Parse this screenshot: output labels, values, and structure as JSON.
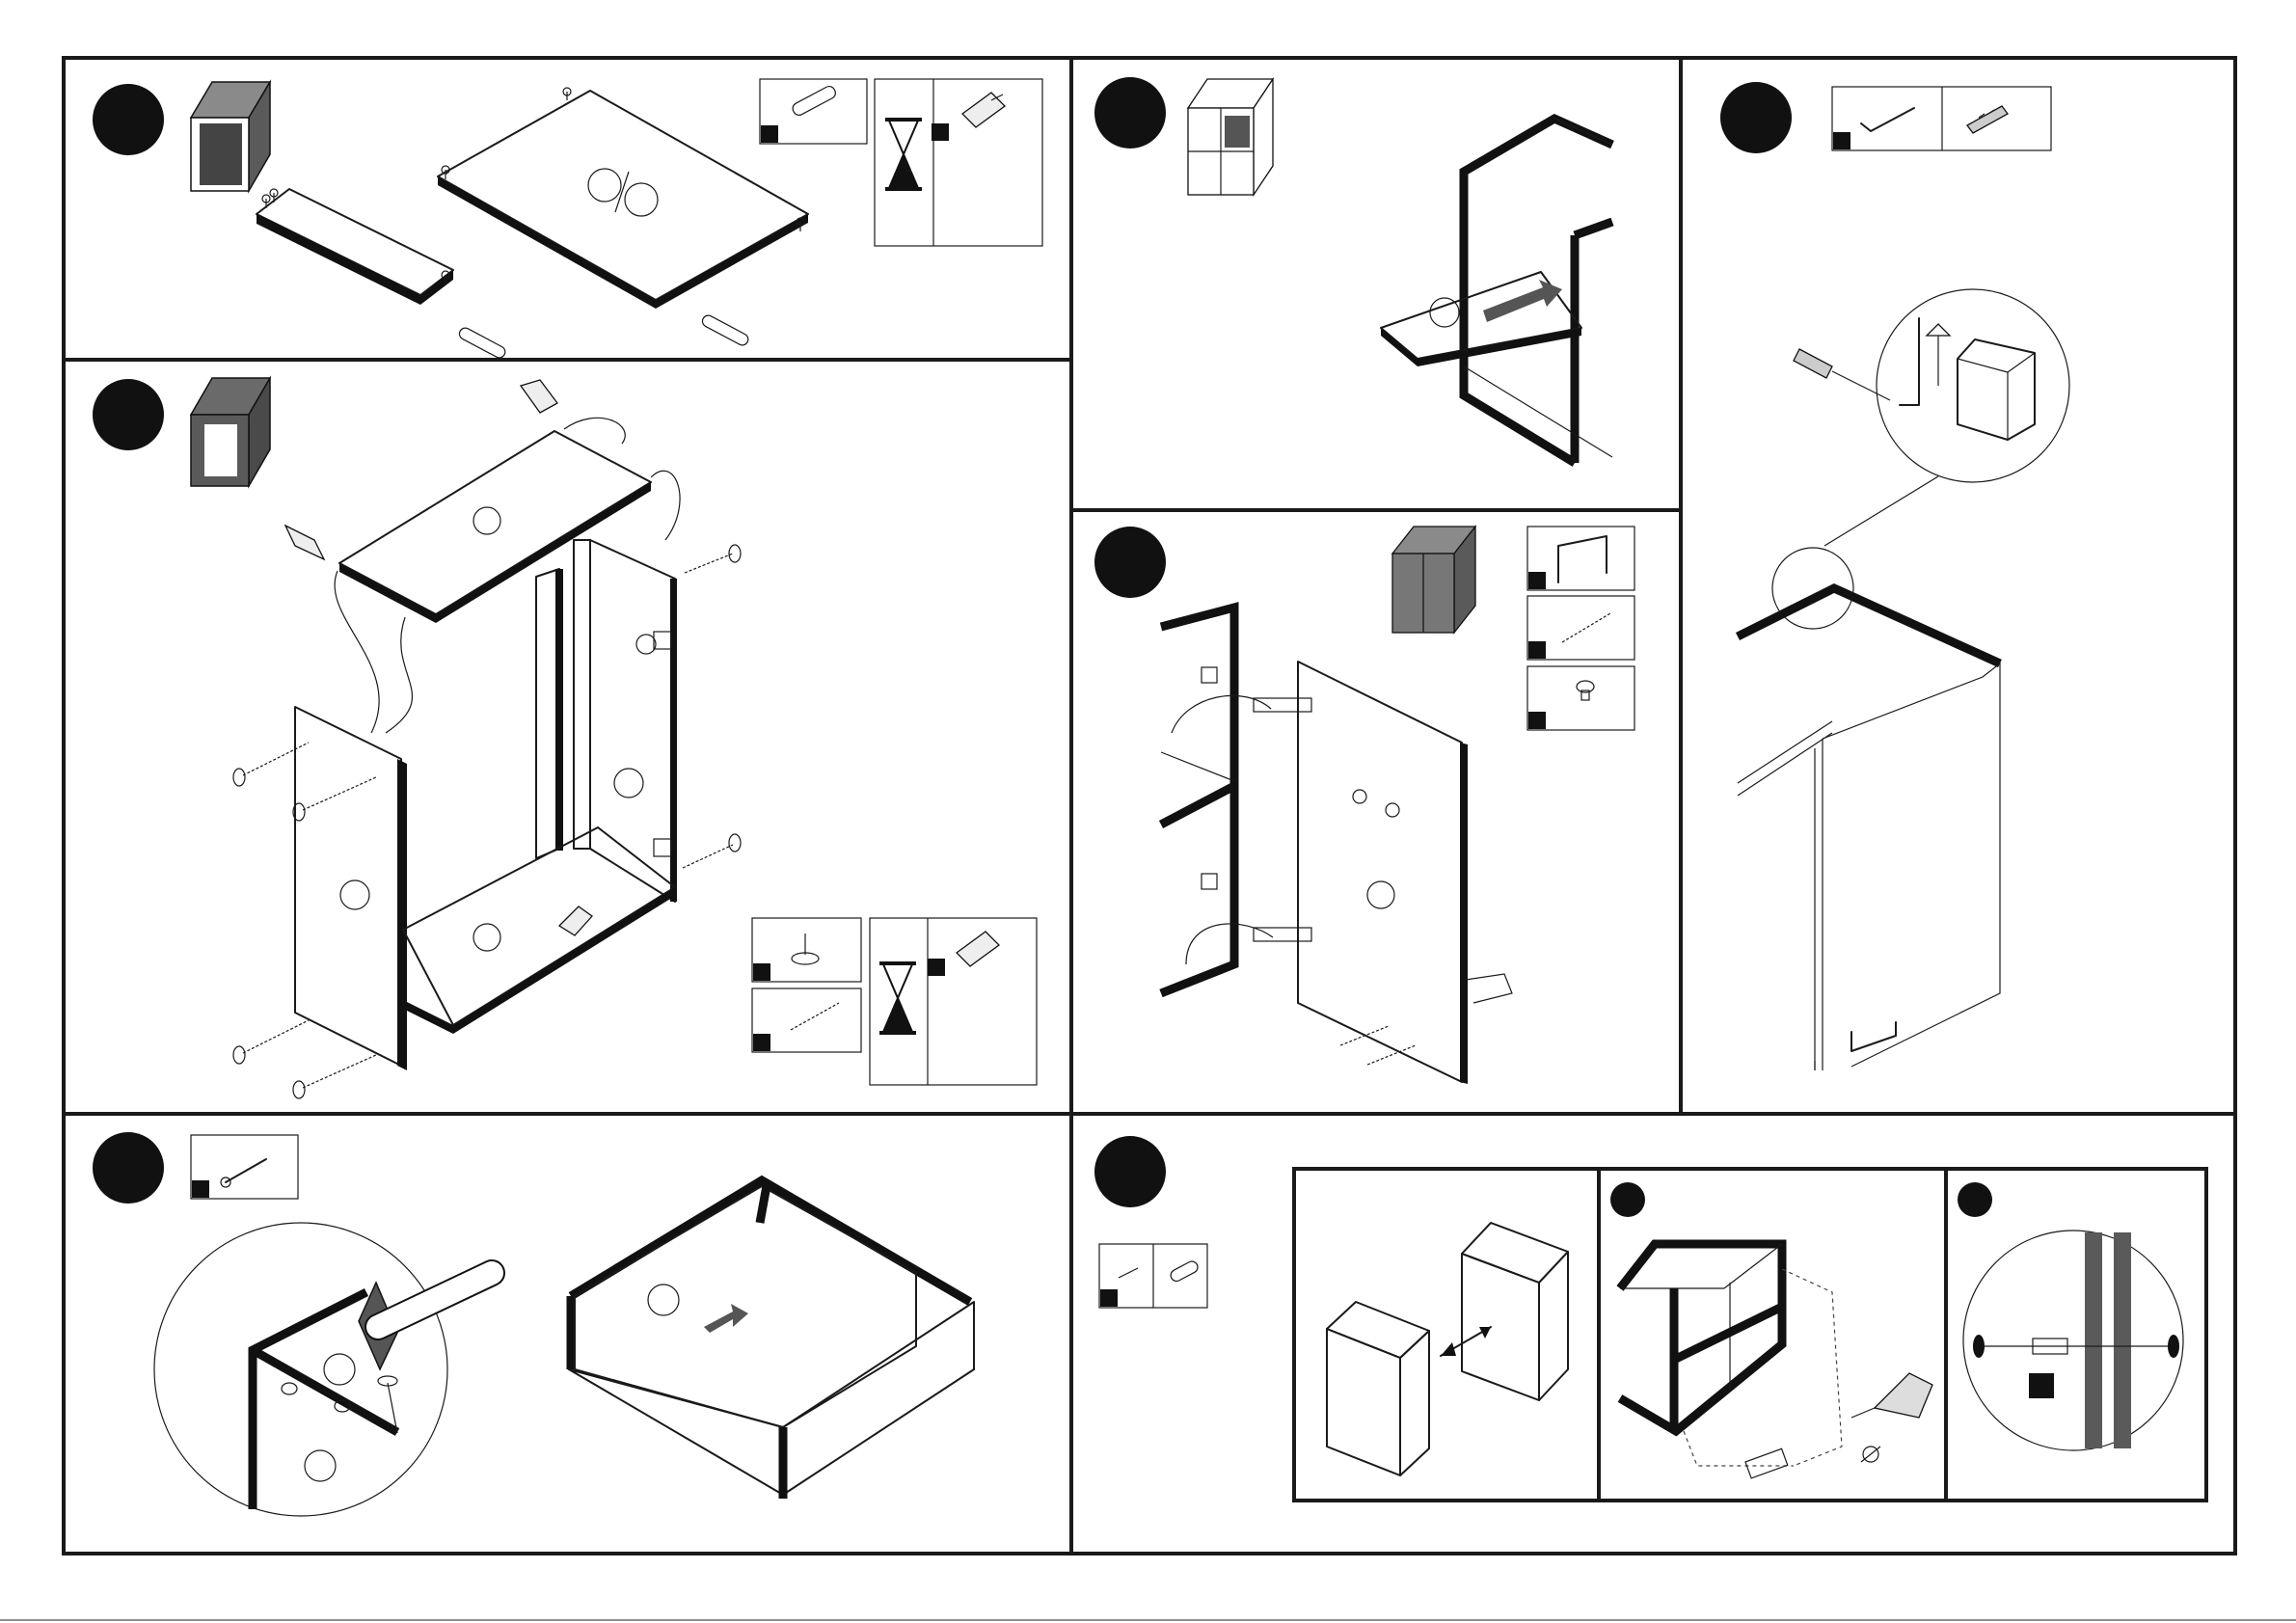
{
  "sheet": {
    "type": "assembly-instructions",
    "colors": {
      "ink": "#111111",
      "panel_grey": "#5a5a5a",
      "paper": "#ffffff"
    },
    "step_badges": [
      "filled-circle",
      "filled-circle",
      "filled-circle",
      "filled-circle",
      "filled-circle",
      "filled-circle",
      "filled-circle"
    ],
    "icons": {
      "dowel": "dowel-icon",
      "glue": "glue-bottle-icon",
      "hourglass": "hourglass-icon",
      "cam_lock": "cam-lock-icon",
      "screw": "screw-icon",
      "handle": "handle-icon",
      "knob": "knob-icon",
      "hook": "hook-icon",
      "wall_plug": "wall-plug-icon",
      "nail": "nail-icon",
      "drill": "drill-icon"
    }
  }
}
